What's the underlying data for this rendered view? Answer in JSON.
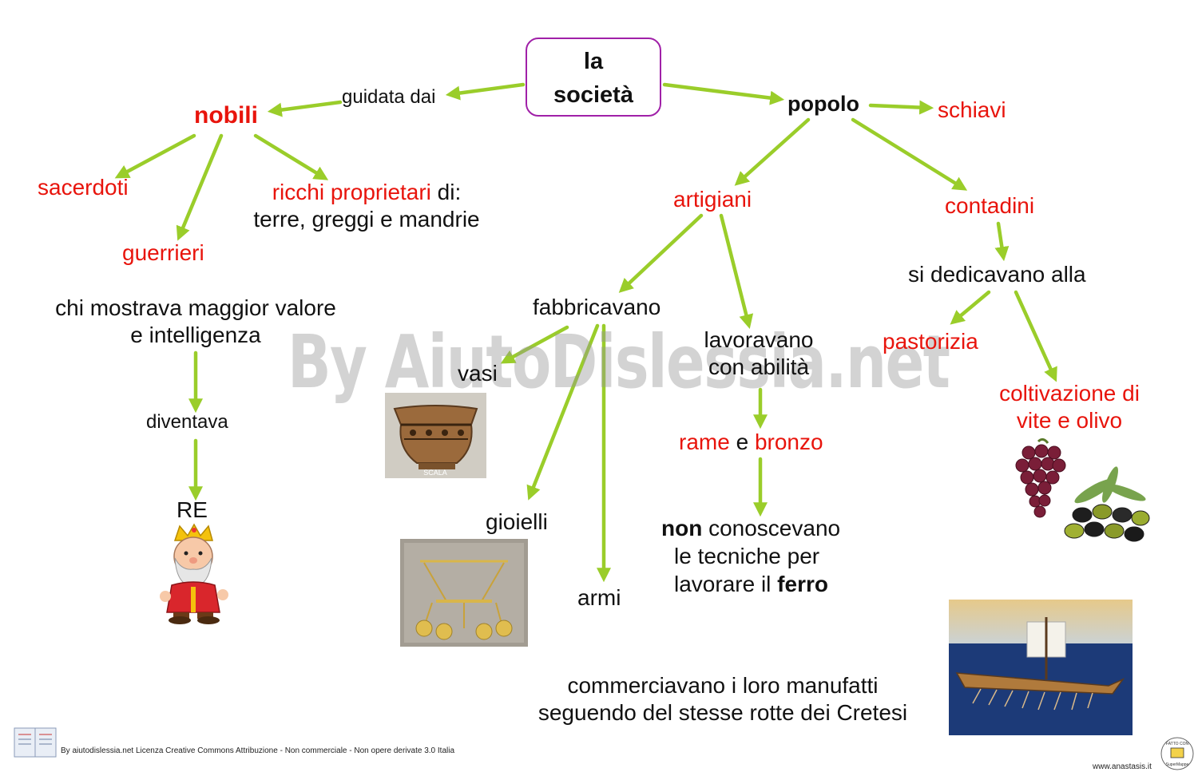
{
  "root": [
    "la",
    "società"
  ],
  "edge_labels": {
    "guidata": "guidata dai",
    "diventava": "diventava"
  },
  "nobili": {
    "label": "nobili",
    "sacerdoti": "sacerdoti",
    "guerrieri": "guerrieri",
    "ricchi_red": "ricchi proprietari",
    "ricchi_rest": " di:",
    "ricchi_line2": "terre, greggi e mandrie"
  },
  "valore": [
    "chi mostrava maggior valore",
    "e intelligenza"
  ],
  "re": "RE",
  "popolo": {
    "label": "popolo",
    "schiavi": "schiavi",
    "artigiani": "artigiani",
    "contadini": "contadini"
  },
  "artigiani_branch": {
    "fabbricavano": "fabbricavano",
    "vasi": "vasi",
    "gioielli": "gioielli",
    "armi": "armi",
    "lavoravano": [
      "lavoravano",
      "con abilità"
    ],
    "rame": "rame",
    "e": " e ",
    "bronzo": "bronzo",
    "non": "non",
    "conoscevano": " conoscevano",
    "tecniche": "le tecniche per",
    "lavorare": "lavorare il ",
    "ferro": "ferro"
  },
  "contadini_branch": {
    "dedicavano": "si dedicavano alla",
    "pastorizia": "pastorizia",
    "coltivazione": [
      "coltivazione di",
      "vite e olivo"
    ]
  },
  "commercio": [
    "commerciavano i loro manufatti",
    "seguendo del stesse rotte dei Cretesi"
  ],
  "watermark": "By AiutoDislessia.net",
  "vase_caption": "SCALA",
  "footer": {
    "license": "By aiutodislessia.net Licenza Creative Commons Attribuzione - Non commerciale - Non opere derivate 3.0 Italia",
    "site": "www.anastasis.it",
    "badge": [
      "FATTO CON",
      "SuperMappe"
    ]
  },
  "colors": {
    "arrow": "#9acd2a",
    "red": "#e8140c",
    "border": "#a020a8"
  }
}
